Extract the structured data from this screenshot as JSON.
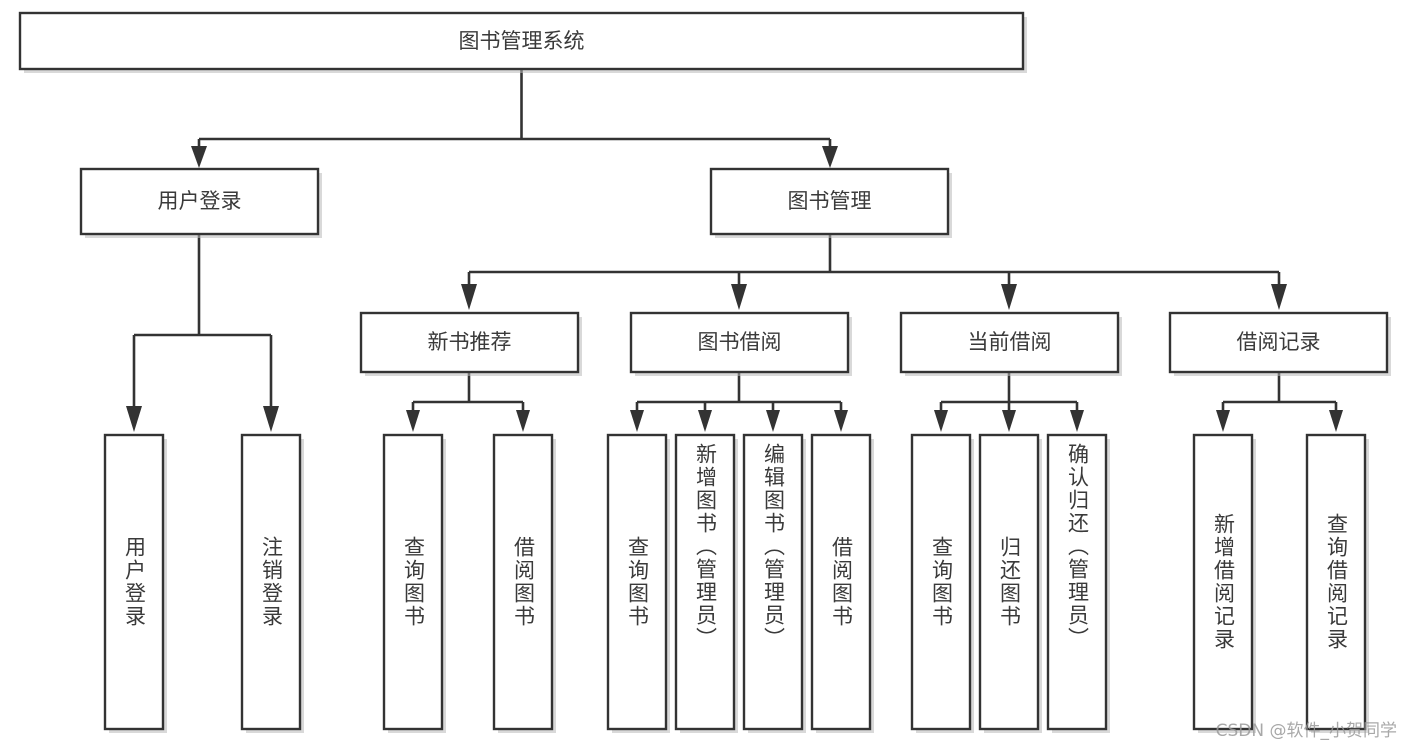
{
  "diagram": {
    "type": "tree-hierarchy-flowchart",
    "title": "图书管理系统",
    "orientation": "top-down",
    "levels": 4,
    "colors": {
      "box_fill": "#ffffff",
      "box_stroke": "#333333",
      "text": "#3a3a3a",
      "shadow": "#b9b9b9",
      "watermark": "#9a9a9a"
    },
    "root": {
      "label": "图书管理系统",
      "id": "root-book-management-system"
    },
    "level2": [
      {
        "id": "user-login",
        "label": "用户登录"
      },
      {
        "id": "book-management",
        "label": "图书管理"
      }
    ],
    "level3": [
      {
        "id": "new-book-recommend",
        "label": "新书推荐",
        "parent": "book-management"
      },
      {
        "id": "book-borrow",
        "label": "图书借阅",
        "parent": "book-management"
      },
      {
        "id": "current-borrow",
        "label": "当前借阅",
        "parent": "book-management"
      },
      {
        "id": "borrow-record",
        "label": "借阅记录",
        "parent": "book-management"
      }
    ],
    "leaves": [
      {
        "id": "leaf-user-login",
        "label": "用户登录",
        "parent": "user-login"
      },
      {
        "id": "leaf-logout",
        "label": "注销登录",
        "parent": "user-login"
      },
      {
        "id": "leaf-query-book-1",
        "label": "查询图书",
        "parent": "new-book-recommend"
      },
      {
        "id": "leaf-borrow-book-1",
        "label": "借阅图书",
        "parent": "new-book-recommend"
      },
      {
        "id": "leaf-query-book-2",
        "label": "查询图书",
        "parent": "book-borrow"
      },
      {
        "id": "leaf-add-book",
        "label": "新增图书（管理员）",
        "parent": "book-borrow"
      },
      {
        "id": "leaf-edit-book",
        "label": "编辑图书（管理员）",
        "parent": "book-borrow"
      },
      {
        "id": "leaf-borrow-book-2",
        "label": "借阅图书",
        "parent": "book-borrow"
      },
      {
        "id": "leaf-query-book-3",
        "label": "查询图书",
        "parent": "current-borrow"
      },
      {
        "id": "leaf-return-book",
        "label": "归还图书",
        "parent": "current-borrow"
      },
      {
        "id": "leaf-confirm-return",
        "label": "确认归还（管理员）",
        "parent": "current-borrow"
      },
      {
        "id": "leaf-add-borrow-record",
        "label": "新增借阅记录",
        "parent": "borrow-record"
      },
      {
        "id": "leaf-query-borrow-record",
        "label": "查询借阅记录",
        "parent": "borrow-record"
      }
    ]
  },
  "watermark": {
    "text": "CSDN @软件_小贺同学"
  }
}
